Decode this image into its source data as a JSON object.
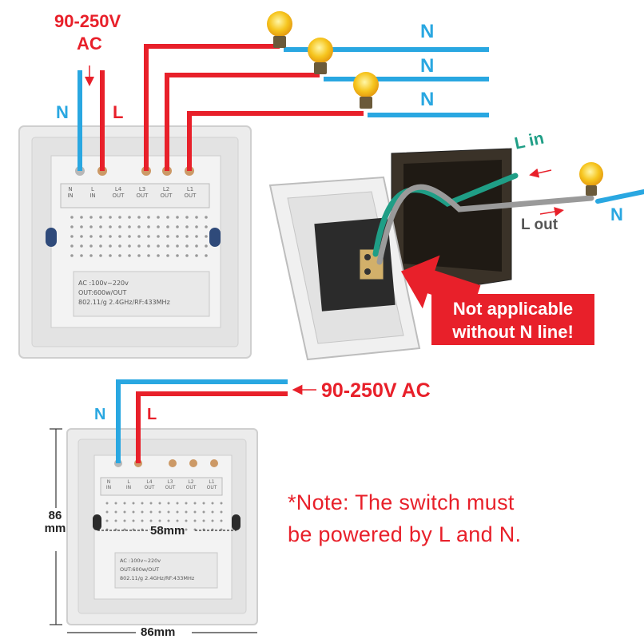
{
  "top_panel": {
    "supply_voltage": "90-250V",
    "supply_ac": "AC",
    "neutral_label": "N",
    "live_label": "L",
    "lamp_neutral_labels": [
      "N",
      "N",
      "N"
    ],
    "terminals": [
      {
        "top": "N",
        "bottom": "IN"
      },
      {
        "top": "L",
        "bottom": "IN"
      },
      {
        "top": "L4",
        "bottom": "OUT"
      },
      {
        "top": "L3",
        "bottom": "OUT"
      },
      {
        "top": "L2",
        "bottom": "OUT"
      },
      {
        "top": "L1",
        "bottom": "OUT"
      }
    ],
    "spec_lines": [
      "AC :100v~220v",
      "OUT:600w/OUT",
      "802.11/g 2.4GHz/RF:433MHz"
    ]
  },
  "side_panel": {
    "l_in_label": "L in",
    "l_out_label": "L out",
    "neutral_label": "N",
    "warning_line1": "Not applicable",
    "warning_line2": "without N line!"
  },
  "bottom_panel": {
    "supply_label": "90-250V AC",
    "neutral_label": "N",
    "live_label": "L",
    "terminals": [
      {
        "top": "N",
        "bottom": "IN"
      },
      {
        "top": "L",
        "bottom": "IN"
      },
      {
        "top": "L4",
        "bottom": "OUT"
      },
      {
        "top": "L3",
        "bottom": "OUT"
      },
      {
        "top": "L2",
        "bottom": "OUT"
      },
      {
        "top": "L1",
        "bottom": "OUT"
      }
    ],
    "spec_lines": [
      "AC :100v~220v",
      "OUT:600w/OUT",
      "802.11/g 2.4GHz/RF:433MHz"
    ],
    "height_value": "86",
    "height_unit": "mm",
    "width_label": "86mm",
    "hole_spacing_label": "58mm",
    "note_line1": "*Note: The switch must",
    "note_line2": "be powered by L and N."
  },
  "colors": {
    "live": "#e8202a",
    "neutral": "#29a7e1",
    "l_in": "#1f9e86",
    "l_out": "#9a9a9a",
    "plate": "#e6e6e6"
  }
}
